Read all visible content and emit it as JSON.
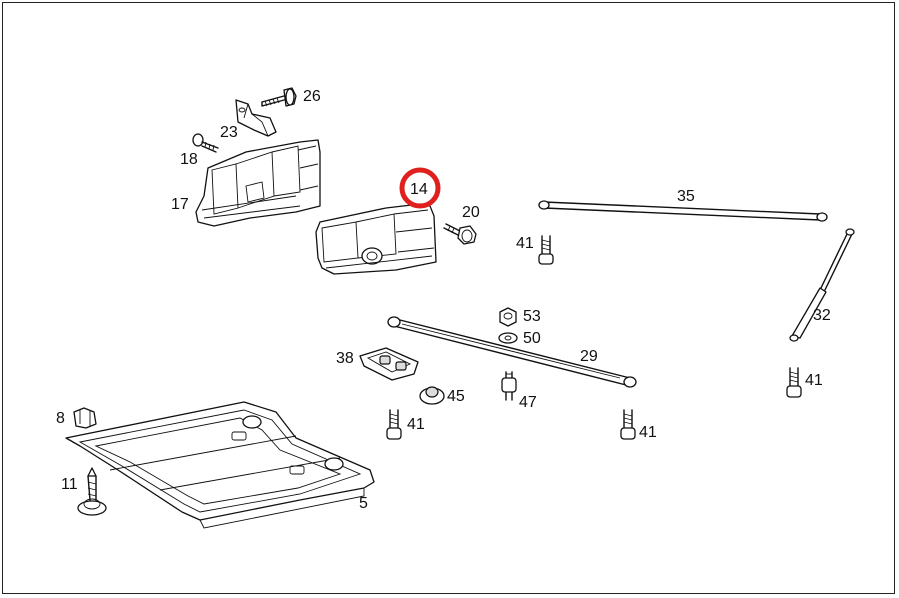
{
  "highlight_color": "#e0201c",
  "highlighted_part": "14",
  "parts": [
    {
      "id": "p26",
      "label": "26"
    },
    {
      "id": "p23",
      "label": "23"
    },
    {
      "id": "p18",
      "label": "18"
    },
    {
      "id": "p17",
      "label": "17"
    },
    {
      "id": "p14",
      "label": "14"
    },
    {
      "id": "p20",
      "label": "20"
    },
    {
      "id": "p35",
      "label": "35"
    },
    {
      "id": "p41a",
      "label": "41"
    },
    {
      "id": "p32",
      "label": "32"
    },
    {
      "id": "p53",
      "label": "53"
    },
    {
      "id": "p50",
      "label": "50"
    },
    {
      "id": "p29",
      "label": "29"
    },
    {
      "id": "p38",
      "label": "38"
    },
    {
      "id": "p45",
      "label": "45"
    },
    {
      "id": "p47",
      "label": "47"
    },
    {
      "id": "p41b",
      "label": "41"
    },
    {
      "id": "p41c",
      "label": "41"
    },
    {
      "id": "p41d",
      "label": "41"
    },
    {
      "id": "p8",
      "label": "8"
    },
    {
      "id": "p11",
      "label": "11"
    },
    {
      "id": "p5",
      "label": "5"
    }
  ]
}
